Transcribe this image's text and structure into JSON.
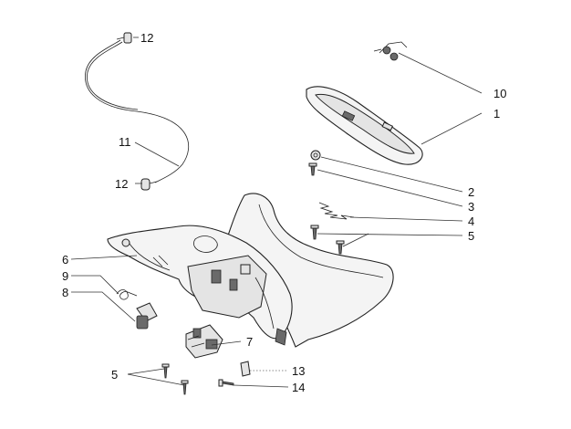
{
  "callouts": {
    "c1": "1",
    "c2": "2",
    "c3": "3",
    "c4": "4",
    "c5a": "5",
    "c5b": "5",
    "c6": "6",
    "c7": "7",
    "c8": "8",
    "c9": "9",
    "c10": "10",
    "c11": "11",
    "c12a": "12",
    "c12b": "12",
    "c13": "13",
    "c14": "14"
  }
}
